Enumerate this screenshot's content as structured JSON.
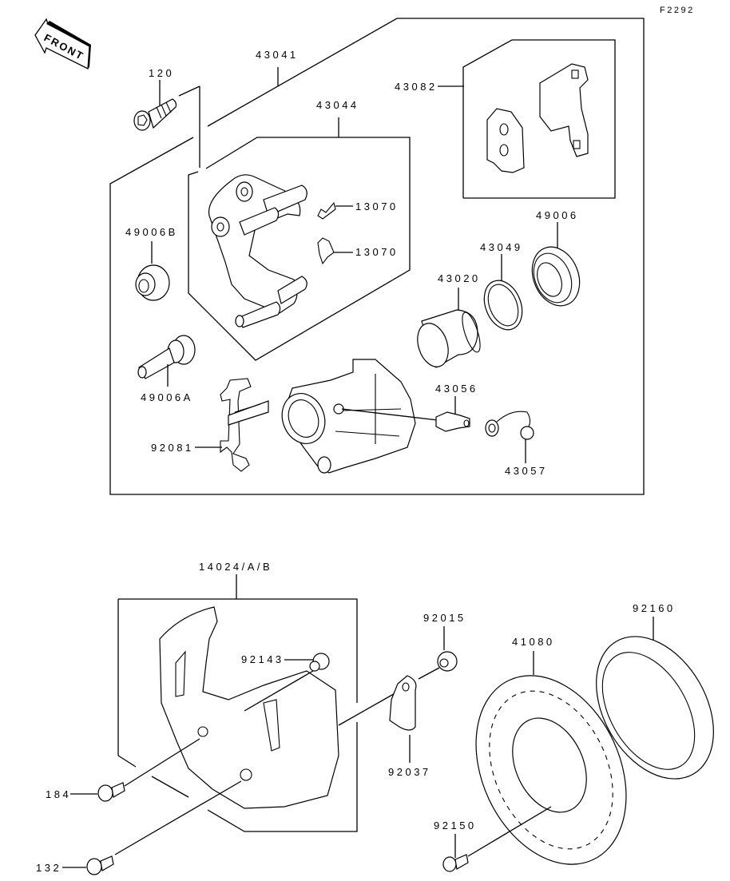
{
  "diagram": {
    "code": "F2292",
    "front_indicator": "FRONT",
    "groups": [
      {
        "name": "caliper-assembly",
        "part_number": "43041"
      },
      {
        "name": "caliper-bracket",
        "part_number": "43044"
      },
      {
        "name": "brake-pads",
        "part_number": "43082"
      },
      {
        "name": "disc-guard",
        "part_number": "14024/A/B"
      }
    ],
    "parts": {
      "p120": "120",
      "p43041": "43041",
      "p43044": "43044",
      "p43082": "43082",
      "p13070a": "13070",
      "p13070b": "13070",
      "p49006B": "49006B",
      "p49006": "49006",
      "p43049": "43049",
      "p43020": "43020",
      "p49006A": "49006A",
      "p43056": "43056",
      "p92081": "92081",
      "p43057": "43057",
      "p14024": "14024/A/B",
      "p92143": "92143",
      "p92015": "92015",
      "p41080": "41080",
      "p92160": "92160",
      "p92037": "92037",
      "p184": "184",
      "p92150": "92150",
      "p132": "132"
    }
  }
}
